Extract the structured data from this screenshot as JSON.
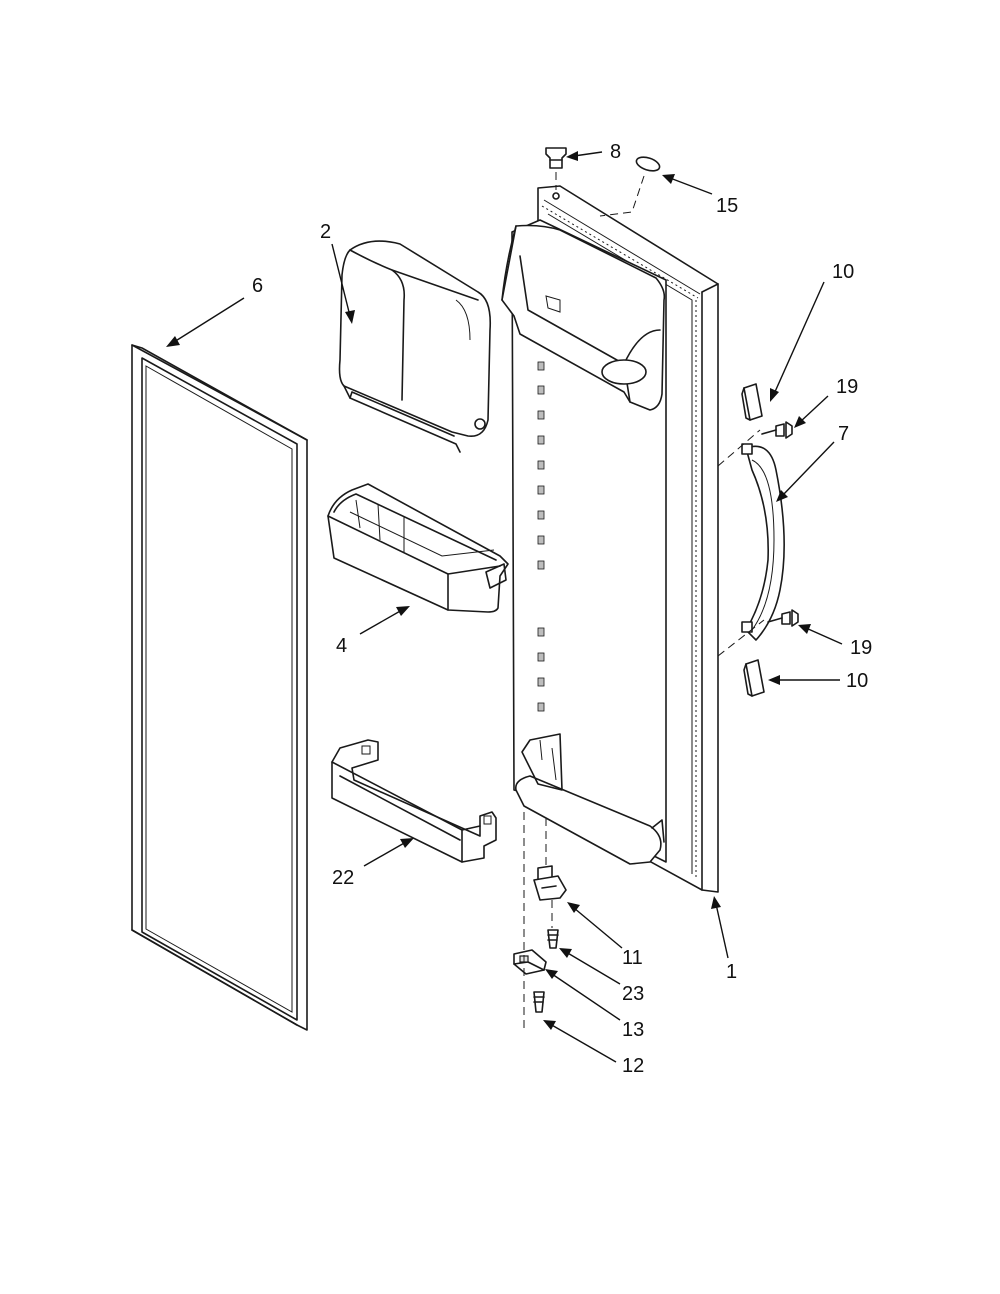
{
  "diagram": {
    "type": "exploded-parts-view",
    "callouts": [
      {
        "id": "c8",
        "label": "8"
      },
      {
        "id": "c15",
        "label": "15"
      },
      {
        "id": "c2",
        "label": "2"
      },
      {
        "id": "c6",
        "label": "6"
      },
      {
        "id": "c10a",
        "label": "10"
      },
      {
        "id": "c19a",
        "label": "19"
      },
      {
        "id": "c7",
        "label": "7"
      },
      {
        "id": "c4",
        "label": "4"
      },
      {
        "id": "c19b",
        "label": "19"
      },
      {
        "id": "c10b",
        "label": "10"
      },
      {
        "id": "c22",
        "label": "22"
      },
      {
        "id": "c11",
        "label": "11"
      },
      {
        "id": "c1",
        "label": "1"
      },
      {
        "id": "c23",
        "label": "23"
      },
      {
        "id": "c13",
        "label": "13"
      },
      {
        "id": "c12",
        "label": "12"
      }
    ]
  }
}
